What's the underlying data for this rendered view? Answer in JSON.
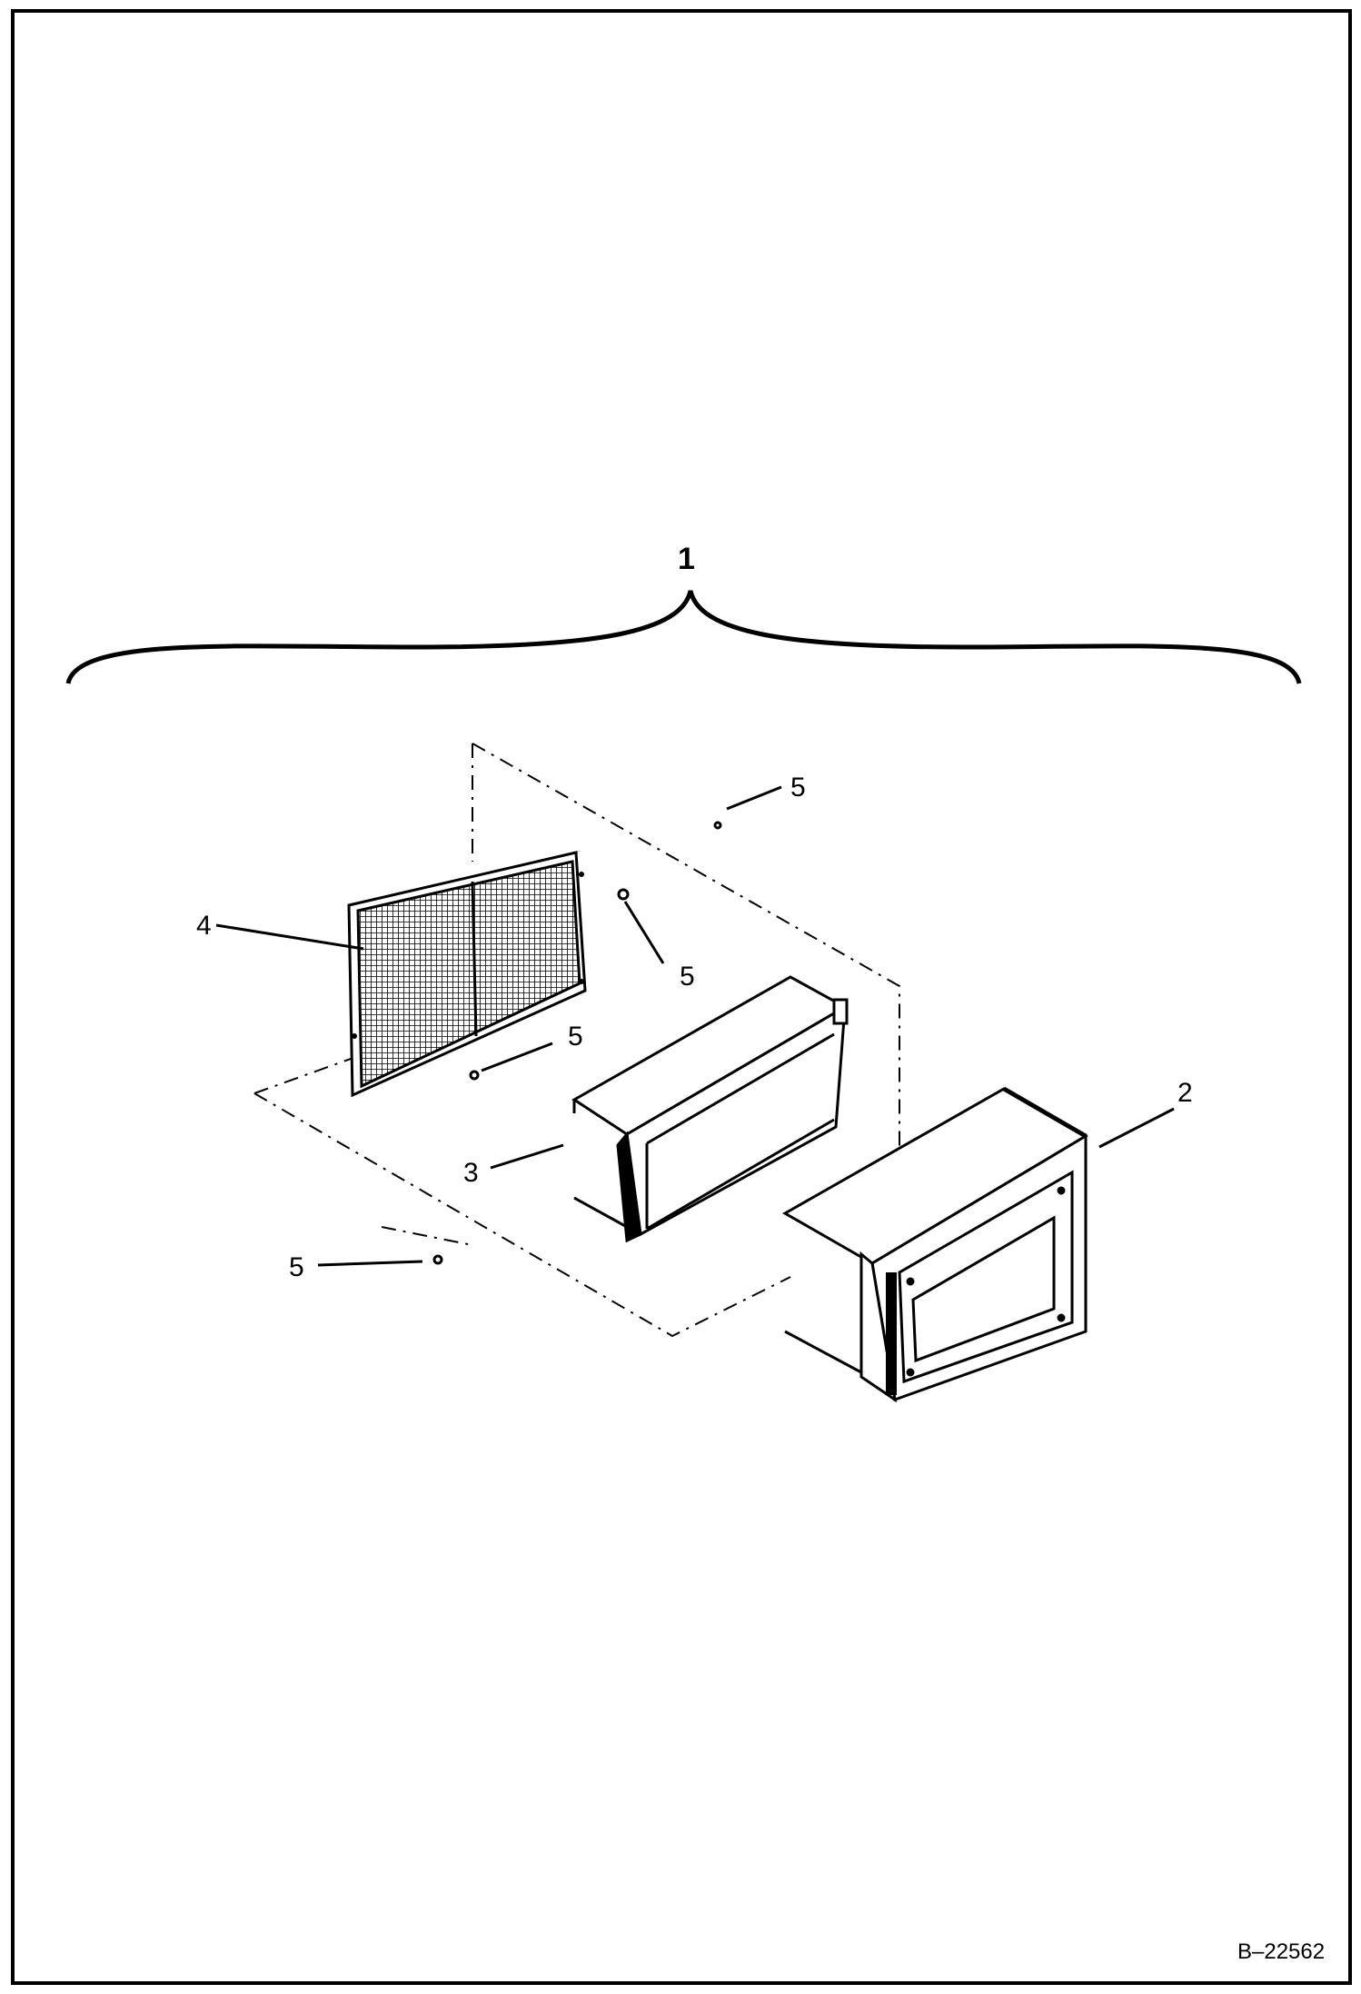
{
  "drawing_id": "B–22562",
  "callouts": {
    "assembly": "1",
    "housing": "2",
    "inner_duct": "3",
    "screen": "4",
    "fastener_top": "5",
    "fastener_upper": "5",
    "fastener_mid": "5",
    "fastener_lower": "5"
  }
}
